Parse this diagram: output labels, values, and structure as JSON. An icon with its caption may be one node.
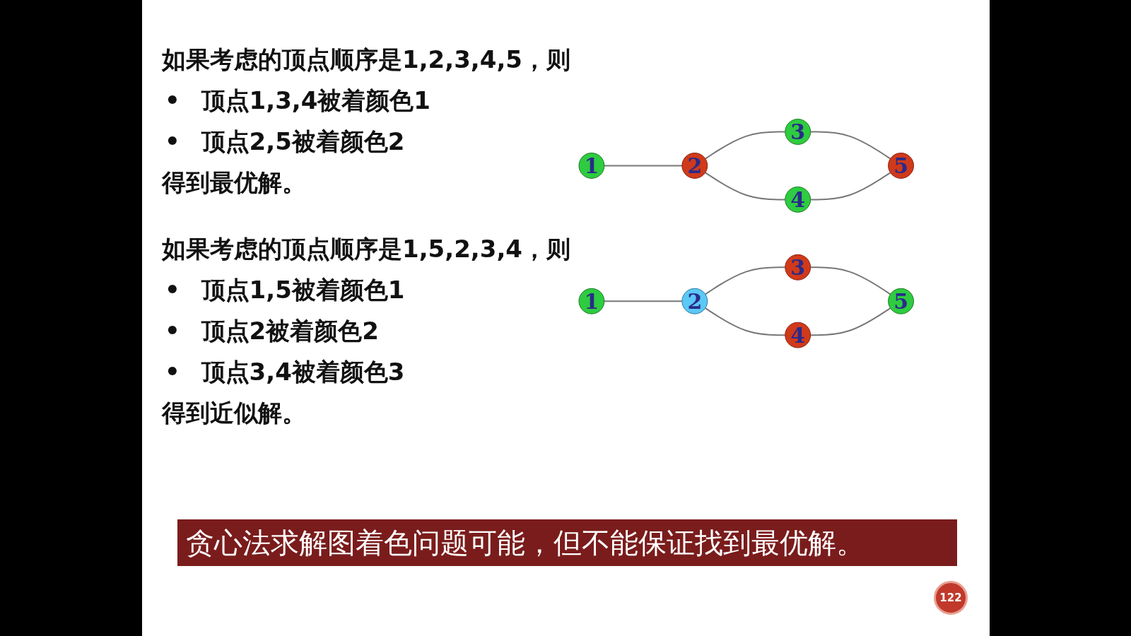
{
  "diagram": {
    "nodes": [
      {
        "text": [
          "1"
        ]
      },
      {
        "text": [
          "2"
        ]
      },
      {
        "text": [
          "3"
        ]
      },
      {
        "text": [
          "4"
        ]
      },
      {
        "text": [
          "5"
        ]
      },
      {
        "text": [
          "1"
        ]
      },
      {
        "text": [
          "2"
        ]
      },
      {
        "text": [
          "3"
        ]
      },
      {
        "text": [
          "4"
        ]
      },
      {
        "text": [
          "5"
        ]
      }
    ],
    "edges": [
      {
        "from": 0,
        "to": 1,
        "arrow": "none"
      },
      {
        "from": 1,
        "to": 2,
        "arrow": "none"
      },
      {
        "from": 1,
        "to": 3,
        "arrow": "none"
      },
      {
        "from": 2,
        "to": 4,
        "arrow": "none"
      },
      {
        "from": 3,
        "to": 4,
        "arrow": "none"
      },
      {
        "from": 5,
        "to": 6,
        "arrow": "none"
      },
      {
        "from": 6,
        "to": 7,
        "arrow": "none"
      },
      {
        "from": 6,
        "to": 8,
        "arrow": "none"
      },
      {
        "from": 7,
        "to": 9,
        "arrow": "none"
      },
      {
        "from": 8,
        "to": 9,
        "arrow": "none"
      }
    ],
    "labels": [
      "如果考虑的顶点顺序是1,2,3,4,5，则",
      "• 顶点1,3,4被着颜色1",
      "• 顶点2,5被着颜色2",
      "得到最优解。",
      "如果考虑的顶点顺序是1,5,2,3,4，则",
      "• 顶点1,5被着颜色1",
      "• 顶点2被着颜色2",
      "• 顶点3,4被着颜色3",
      "得到近似解。",
      "贪心法求解图着色问题可能，但不能保证找到最优解。",
      "122"
    ]
  }
}
